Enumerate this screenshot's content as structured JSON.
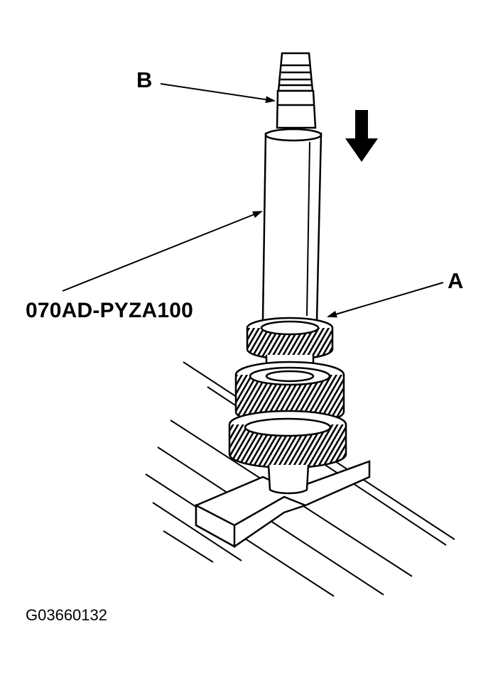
{
  "labels": {
    "b": "B",
    "a": "A",
    "tool": "070AD-PYZA100"
  },
  "figure_id": "G03660132",
  "icons": {
    "arrow": "down-arrow-icon"
  },
  "colors": {
    "ink": "#000000",
    "paper": "#ffffff"
  }
}
